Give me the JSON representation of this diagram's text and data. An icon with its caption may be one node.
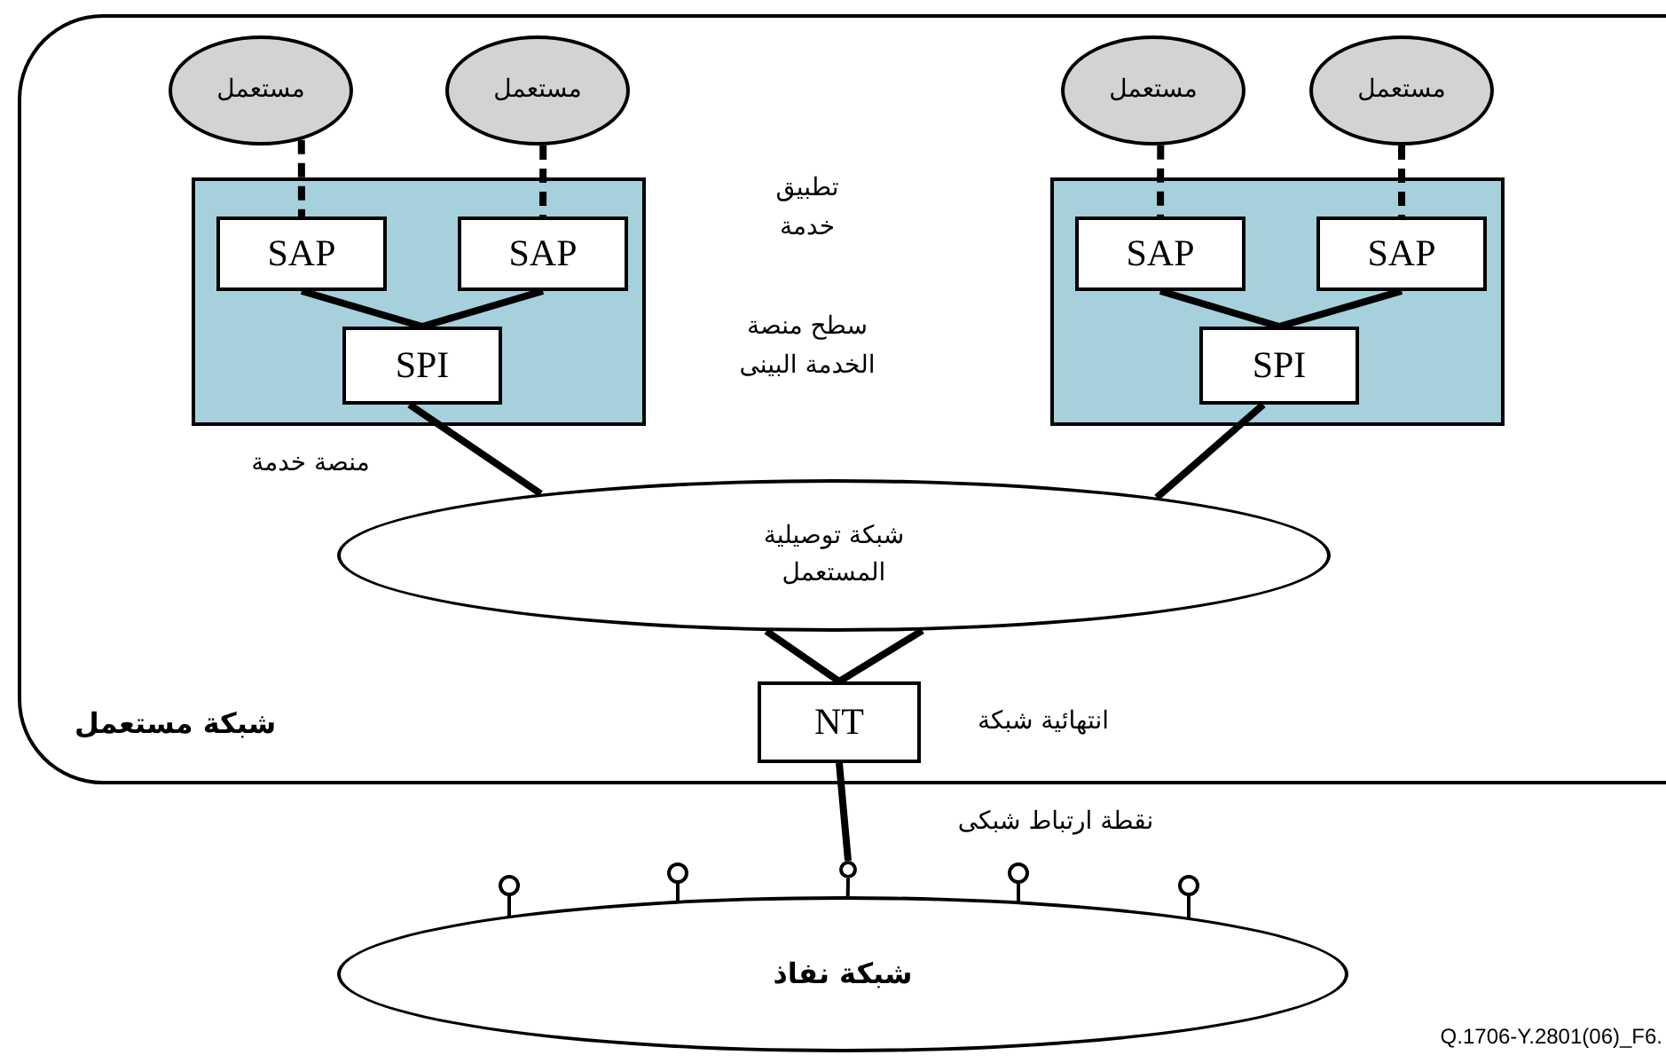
{
  "diagram": {
    "caption": "Q.1706-Y.2801(06)_F6.",
    "nodes": [
      {
        "text": [
          "شبكة مستعمل"
        ]
      },
      {
        "text": [],
        "shape": "box",
        "in": 0
      },
      {
        "text": [],
        "shape": "box",
        "in": 0
      },
      {
        "text": [
          "مستعمل"
        ],
        "in": 0
      },
      {
        "text": [
          "مستعمل"
        ],
        "in": 0
      },
      {
        "text": [
          "مستعمل"
        ],
        "in": 0
      },
      {
        "text": [
          "مستعمل"
        ],
        "in": 0
      },
      {
        "text": [
          "SAP"
        ],
        "in": 1
      },
      {
        "text": [
          "SAP"
        ],
        "in": 1
      },
      {
        "text": [
          "SPI"
        ],
        "in": 1
      },
      {
        "text": [
          "SAP"
        ],
        "in": 2
      },
      {
        "text": [
          "SAP"
        ],
        "in": 2
      },
      {
        "text": [
          "SPI"
        ],
        "in": 2
      },
      {
        "text": [
          "شبكة توصيلية المستعمل"
        ],
        "in": 0
      },
      {
        "text": [
          "NT"
        ],
        "in": 0,
        "beside": [
          "انتهائية شبكة"
        ]
      },
      {
        "text": [
          "شبكة نفاذ"
        ]
      },
      {
        "text": [],
        "shape": "circle"
      }
    ],
    "edges": [
      {
        "from": 3,
        "to": 7,
        "arrow": "none",
        "style": "dashed"
      },
      {
        "from": 4,
        "to": 8,
        "arrow": "none",
        "style": "dashed"
      },
      {
        "from": 5,
        "to": 10,
        "arrow": "none",
        "style": "dashed"
      },
      {
        "from": 6,
        "to": 11,
        "arrow": "none",
        "style": "dashed"
      },
      {
        "from": 7,
        "to": 9,
        "arrow": "none"
      },
      {
        "from": 8,
        "to": 9,
        "arrow": "none"
      },
      {
        "from": 10,
        "to": 12,
        "arrow": "none"
      },
      {
        "from": 11,
        "to": 12,
        "arrow": "none"
      },
      {
        "from": 9,
        "to": 13,
        "arrow": "none"
      },
      {
        "from": 12,
        "to": 13,
        "arrow": "none"
      },
      {
        "from": 13,
        "to": 14,
        "arrow": "none"
      },
      {
        "from": 13,
        "to": 14,
        "arrow": "none"
      },
      {
        "from": 14,
        "to": 16,
        "arrow": "none"
      },
      {
        "from": 16,
        "to": 15,
        "arrow": "none"
      }
    ],
    "labels": [
      "تطبيق خدمة",
      "سطح منصة الخدمة البينى",
      "منصة خدمة",
      "نقطة ارتباط شبكى"
    ]
  }
}
